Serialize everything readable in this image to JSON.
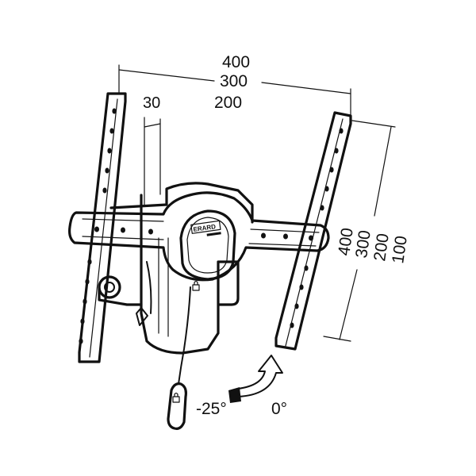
{
  "horizontal_dimensions": [
    "400",
    "300",
    "200"
  ],
  "depth_dimension": "30",
  "vertical_dimensions": [
    "400",
    "300",
    "200",
    "100"
  ],
  "tilt": {
    "min_label": "-25°",
    "max_label": "0°"
  },
  "logo_text": "ERARD",
  "colors": {
    "line": "#111111",
    "background": "#ffffff",
    "shade": "#dddddd"
  }
}
